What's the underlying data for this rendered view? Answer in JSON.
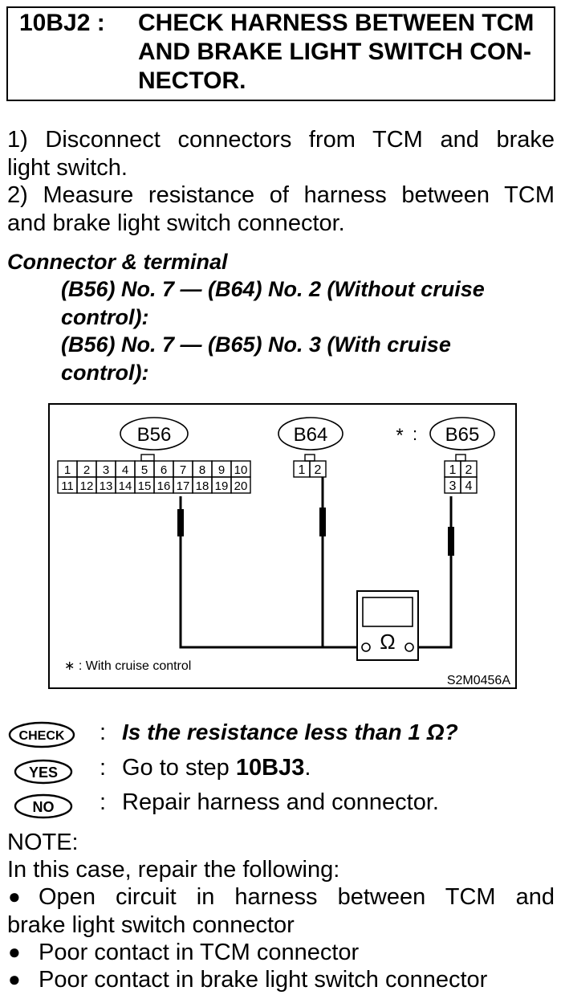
{
  "header": {
    "step": "10BJ2 :",
    "title_lines": [
      "CHECK HARNESS BETWEEN TCM",
      "AND BRAKE LIGHT SWITCH CON-",
      "NECTOR."
    ]
  },
  "instructions": [
    "1) Disconnect connectors from TCM and brake",
    "light switch.",
    "2) Measure resistance of harness between TCM",
    "and brake light switch connector."
  ],
  "connector": {
    "heading": "Connector & terminal",
    "lines": [
      "(B56) No. 7 — (B64) No. 2 (Without cruise",
      "control):",
      "(B56) No. 7 — (B65) No. 3 (With cruise",
      "control):"
    ]
  },
  "diagram": {
    "b56_label": "B56",
    "b64_label": "B64",
    "b65_label": "B65",
    "asterisk": "*",
    "colon": ":",
    "b56_top_pins": [
      "1",
      "2",
      "3",
      "4",
      "5",
      "6",
      "7",
      "8",
      "9",
      "10"
    ],
    "b56_bottom_pins": [
      "11",
      "12",
      "13",
      "14",
      "15",
      "16",
      "17",
      "18",
      "19",
      "20"
    ],
    "b64_pins": [
      "1",
      "2"
    ],
    "b65_top_pins": [
      "1",
      "2"
    ],
    "b65_bottom_pins": [
      "3",
      "4"
    ],
    "ohm_symbol": "Ω",
    "note": "∗ : With cruise control",
    "code": "S2M0456A"
  },
  "check": {
    "check_badge": "CHECK",
    "yes_badge": "YES",
    "no_badge": "NO",
    "sep": ":",
    "question": "Is the resistance less than 1 Ω?",
    "yes_prefix": "Go to step ",
    "yes_step": "10BJ3",
    "yes_suffix": ".",
    "no_text": "Repair harness and connector."
  },
  "note": {
    "label": "NOTE:",
    "intro": "In this case, repair the following:",
    "bullet_symbol": "●",
    "item1_line1": "Open circuit in harness between TCM and",
    "item1_line2": "brake light switch connector",
    "item2": "Poor contact in TCM connector",
    "item3": "Poor contact in brake light switch connector"
  }
}
